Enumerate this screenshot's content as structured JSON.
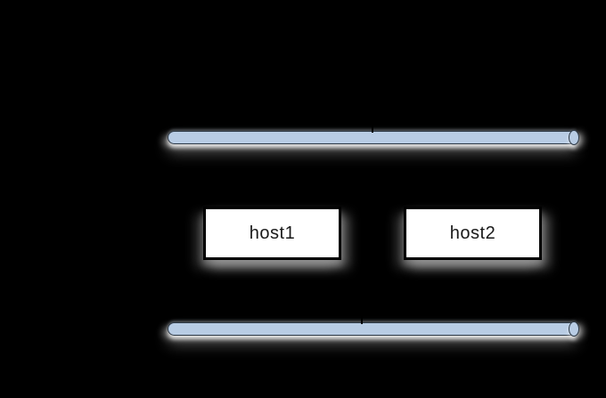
{
  "diagram": {
    "type": "network-diagram",
    "background_color": "#000000",
    "hosts": [
      {
        "id": "host1",
        "label": "host1"
      },
      {
        "id": "host2",
        "label": "host2"
      }
    ],
    "buses": [
      {
        "id": "top-bus",
        "shape": "horizontal-pipe",
        "fill": "#b8cce4",
        "border": "#2c3845",
        "connected_hosts": [
          "host1",
          "host2"
        ]
      },
      {
        "id": "bottom-bus",
        "shape": "horizontal-pipe",
        "fill": "#b8cce4",
        "border": "#2c3845",
        "connected_hosts": [
          "host1",
          "host2"
        ]
      }
    ],
    "node_fill": "#ffffff",
    "node_border": "#000000",
    "connector_color": "#000000"
  }
}
